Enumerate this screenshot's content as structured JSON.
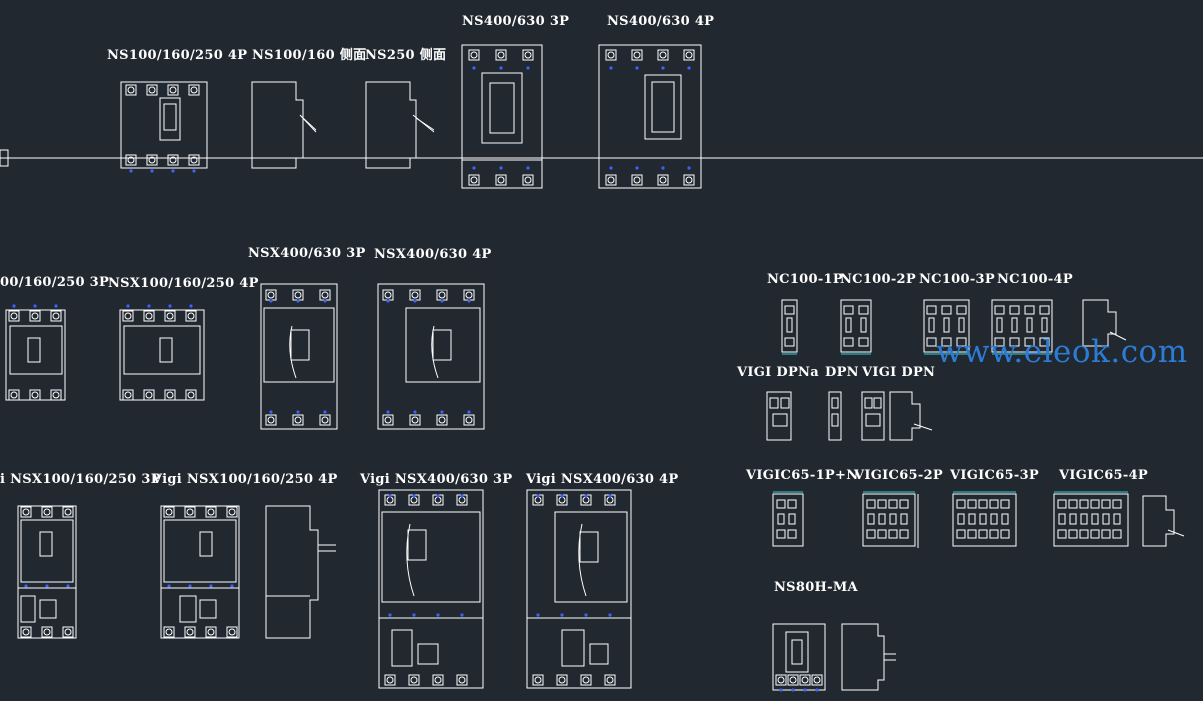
{
  "drawing": {
    "background": "#212830",
    "line_color": "#ffffff",
    "accent_blue": "#3a63ff",
    "accent_cyan": "#2fd0d8",
    "watermark": "www.eleok.com",
    "labels": {
      "ns100_4p": "NS100/160/250 4P",
      "ns100_side": "NS100/160 侧面",
      "ns250_side": "NS250 侧面",
      "ns400_3p": "NS400/630 3P",
      "ns400_4p": "NS400/630 4P",
      "nsx100_3p": "00/160/250 3P",
      "nsx100_4p": "NSX100/160/250 4P",
      "nsx400_3p": "NSX400/630 3P",
      "nsx400_4p": "NSX400/630 4P",
      "nc100_1p": "NC100-1P",
      "nc100_2p": "NC100-2P",
      "nc100_3p": "NC100-3P",
      "nc100_4p": "NC100-4P",
      "vigi_dpna": "VIGI DPNa",
      "dpn": "DPN",
      "vigi_dpn": "VIGI DPN",
      "vigi_nsx100_3p": "i NSX100/160/250 3P",
      "vigi_nsx100_4p": "Vigi NSX100/160/250 4P",
      "vigi_nsx400_3p": "Vigi NSX400/630 3P",
      "vigi_nsx400_4p": "Vigi NSX400/630 4P",
      "vigic65_1pn": "VIGIC65-1P+N",
      "vigic65_2p": "VIGIC65-2P",
      "vigic65_3p": "VIGIC65-3P",
      "vigic65_4p": "VIGIC65-4P",
      "ns80h": "NS80H-MA"
    }
  }
}
